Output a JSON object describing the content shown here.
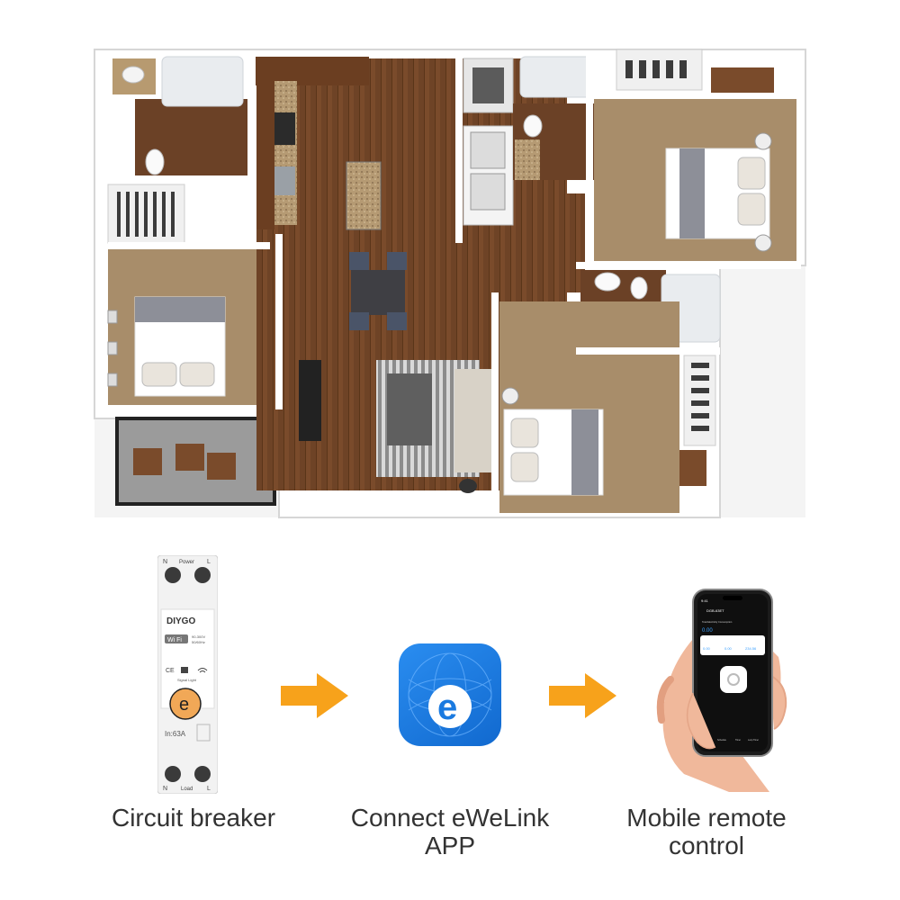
{
  "breaker": {
    "brand": "DIYGO",
    "wifi_badge": "Wi Fi",
    "rating_line1": "90-300V",
    "rating_line2": "50/60Hz",
    "ce_mark": "CE",
    "signal_label": "Signal Light",
    "current_rating": "In:63A",
    "top_left_terminal": "N",
    "top_center_label": "Power",
    "top_right_terminal": "L",
    "bottom_left_terminal": "N",
    "bottom_center_label": "Load",
    "bottom_right_terminal": "L",
    "logo_letter": "e"
  },
  "app_icon": {
    "letter": "e"
  },
  "phone": {
    "status_time": "9:41",
    "device_title": "DGB-63ET",
    "usage_title": "Total Electricity Consumption",
    "usage_value": "0.00",
    "stat_values": [
      "0.00",
      "0.00",
      "234.56"
    ],
    "tabs": [
      "Consumption",
      "Schedule",
      "Timer",
      "Loop Timer"
    ]
  },
  "steps": [
    {
      "label_line1": "Circuit breaker",
      "label_line2": ""
    },
    {
      "label_line1": "Connect eWeLink",
      "label_line2": "APP"
    },
    {
      "label_line1": "Mobile remote",
      "label_line2": "control"
    }
  ],
  "colors": {
    "arrow": "#f7a21b",
    "app_blue": "#1a7ae0",
    "breaker_orange": "#f1a857"
  }
}
